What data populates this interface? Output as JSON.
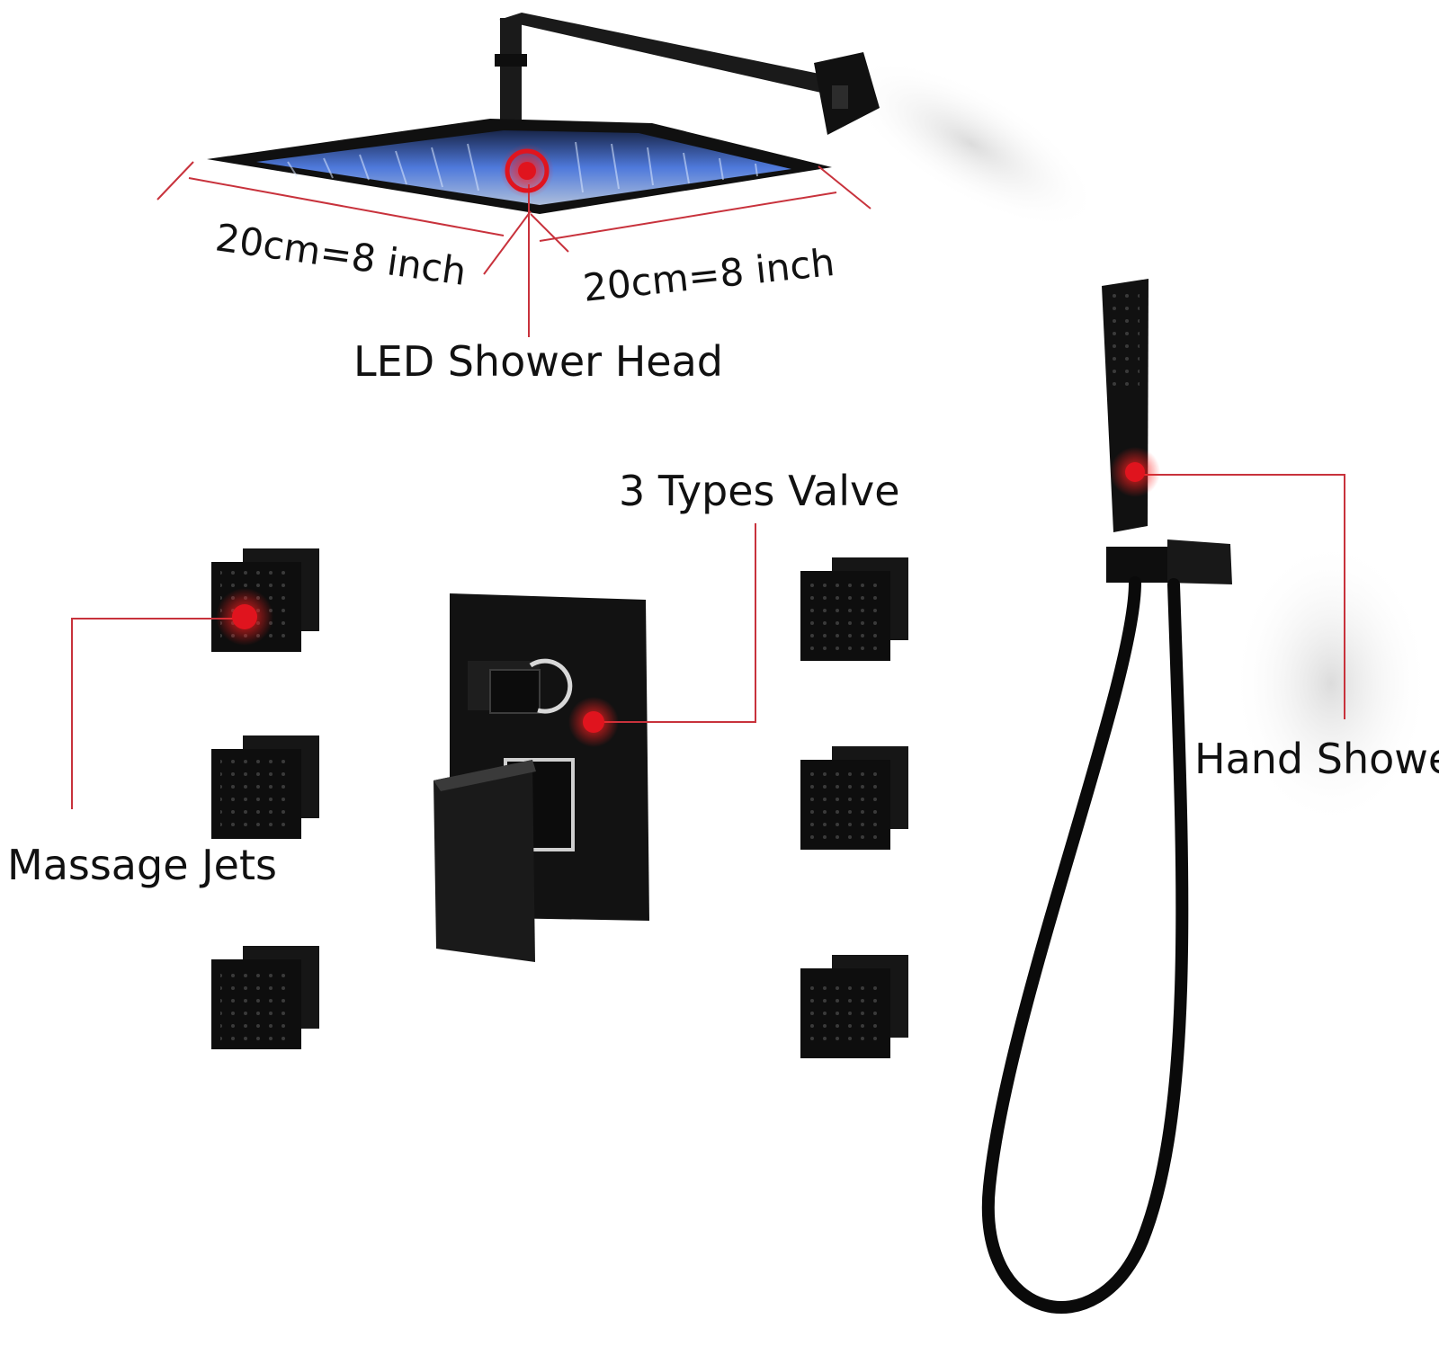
{
  "labels": {
    "dim_left": "20cm=8 inch",
    "dim_right": "20cm=8 inch",
    "shower_head": "LED Shower Head",
    "valve": "3 Types Valve",
    "hand_shower": "Hand Showe",
    "jets": "Massage Jets"
  },
  "colors": {
    "callout": "#c8323c",
    "marker": "#e0141e",
    "fixture": "#141414",
    "led_glow": "#5a8cff"
  },
  "jet_count": 6
}
